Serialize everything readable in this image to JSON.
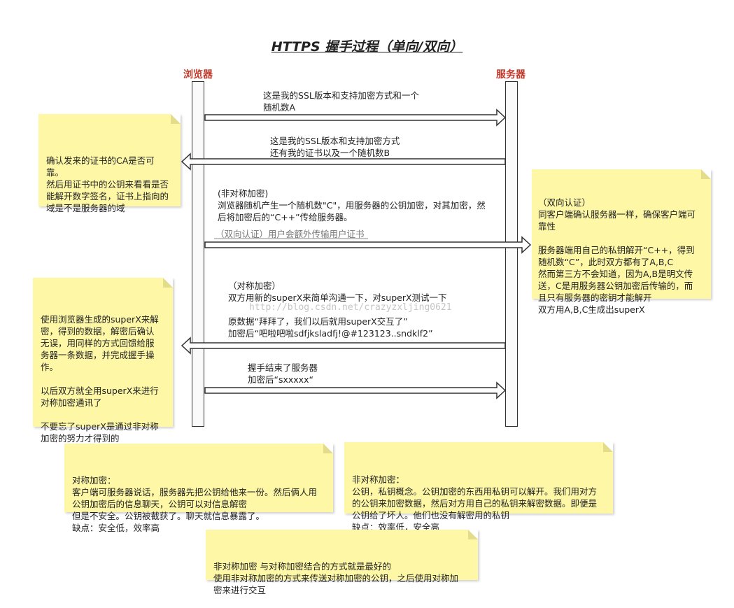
{
  "title": "HTTPS 握手过程（单向/双向）",
  "actors": {
    "browser": "浏览器",
    "server": "服务器"
  },
  "messages": [
    {
      "text": "这是我的SSL版本和支持加密方式和一个\n随机数A"
    },
    {
      "text": "这是我的SSL版本和支持加密方式\n还有我的证书以及一个随机数B"
    },
    {
      "text": "(非对称加密)\n浏览器随机产生一个随机数\"C\"，用服务器的公钥加密，对其加密，然\n后将加密后的“C++”传给服务器。"
    },
    {
      "text": "（双向认证）用户会额外传输用户证书"
    },
    {
      "text": "（对称加密）\n双方用新的superX来简单沟通一下，对superX测试一下\n\n原数据“拜拜了，我们以后就用superX交互了”\n加密后“吧啦吧啦sdfjksladfj!@#123123..sndklf2”"
    },
    {
      "text": "握手结束了服务器\n加密后“sxxxxx“"
    }
  ],
  "notes": [
    {
      "text": "确认发来的证书的CA是否可\n靠。\n然后用证书中的公钥来看看是否\n能解开数字签名，证书上指向的\n域是不是服务器的域"
    },
    {
      "text": "（双向认证）\n同客户端确认服务器一样，确保客户端可\n靠性\n\n服务器端用自己的私钥解开“C++，得到\n随机数“C”，此时双方都有了A,B,C\n然而第三方不会知道，因为A,B是明文传\n送，C是用服务器公钥加密后传输的，而\n且只有服务器的密钥才能解开\n双方用A,B,C生成出superX"
    },
    {
      "text": "使用浏览器生成的superX来解\n密，得到的数据，解密后确认\n无误，用同样的方式回馈给服\n务器一条数据，并完成握手操\n作。\n\n以后双方就全用superX来进行\n对称加密通讯了\n\n不要忘了superX是通过非对称\n加密的努力才得到的"
    },
    {
      "text": "对称加密：\n客户端可服务器说话，服务器先把公钥给他来一份。然后俩人用\n公钥加密后的信息聊天，公钥可以对信息解密\n但是不安全。公钥被截获了。聊天就信息暴露了。\n缺点：安全低，效率高"
    },
    {
      "text": "非对称加密：\n公钥，私钥概念。公钥加密的东西用私钥可以解开。我们用对方\n的公钥来加密数据，然后对方用自己的私钥来解密数据。即便是\n公钥给了坏人。他们也没有解密用的私钥\n缺点：效率低，安全高"
    },
    {
      "text": "非对称加密 与对称加密结合的方式就是最好的\n使用非对称加密的方式来传送对称加密的公钥，之后使用对称加\n密来进行交互"
    }
  ],
  "watermark": "http://blog.csdn.net/crazyzxljing0621"
}
